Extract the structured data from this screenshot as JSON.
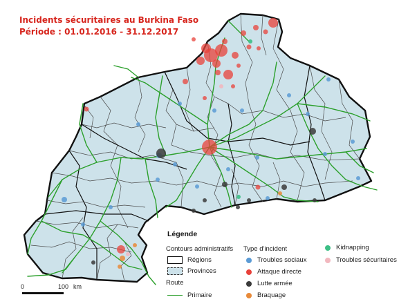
{
  "title": {
    "line1": "Incidents sécuritaires au Burkina Faso",
    "line2": "Période : 01.01.2016 - 31.12.2017"
  },
  "colors": {
    "background": "#ffffff",
    "land": "#cde2ea",
    "country_border": "#111111",
    "province_border": "#555555",
    "roads": "#2ca02c",
    "title": "#d7261e",
    "troubles_sociaux": "#5b9bd5",
    "attaque_directe": "#e8413a",
    "lutte_armee": "#3b3b3b",
    "braquage": "#e88a3a",
    "kidnapping": "#3dbf86",
    "troubles_securitaires": "#f2b8bf"
  },
  "legend": {
    "title": "Légende",
    "admin_heading": "Contours administratifs",
    "regions_label": "Régions",
    "provinces_label": "Provinces",
    "route_heading": "Route",
    "primaire_label": "Primaire",
    "type_heading": "Type d'incident",
    "incident_types": [
      {
        "key": "troubles_sociaux",
        "label": "Troubles sociaux"
      },
      {
        "key": "attaque_directe",
        "label": "Attaque directe"
      },
      {
        "key": "lutte_armee",
        "label": "Lutte armée"
      },
      {
        "key": "braquage",
        "label": "Braquage"
      },
      {
        "key": "kidnapping",
        "label": "Kidnapping"
      },
      {
        "key": "troubles_securitaires",
        "label": "Troubles sécuritaires"
      }
    ]
  },
  "scale": {
    "zero": "0",
    "hundred": "100",
    "unit": "km"
  }
}
